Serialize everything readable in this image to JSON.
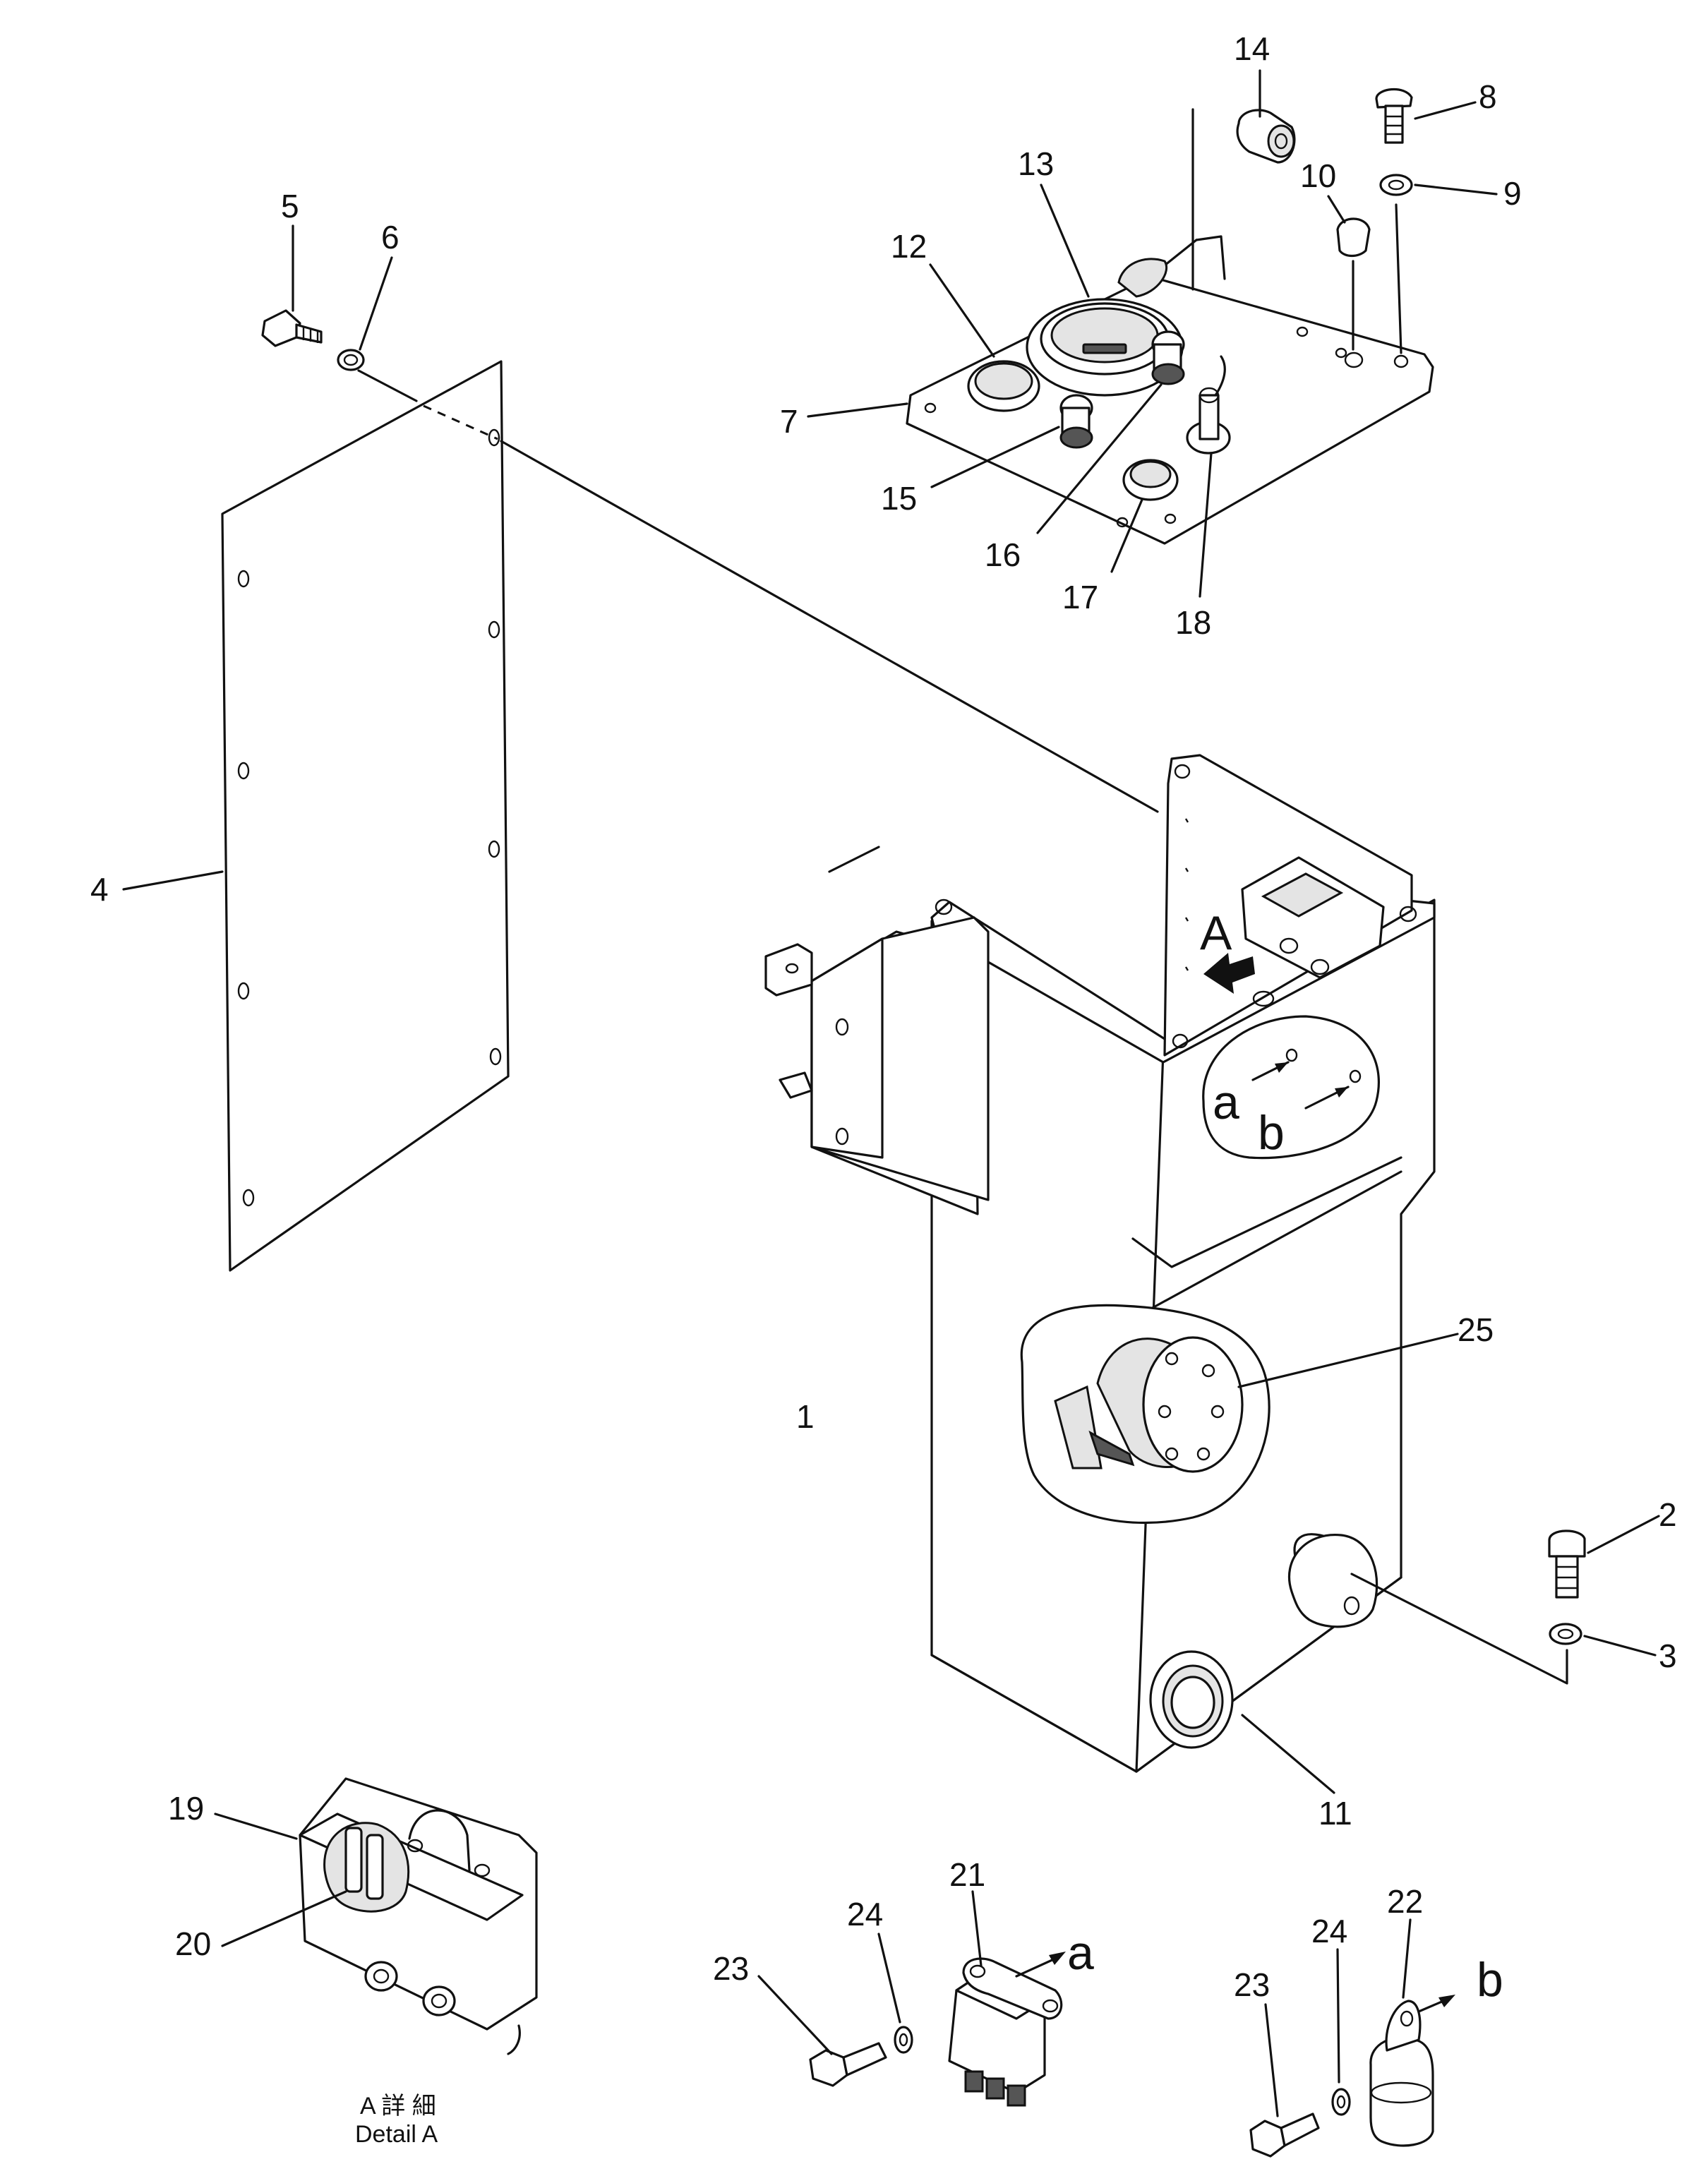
{
  "callouts": [
    "1",
    "2",
    "3",
    "4",
    "5",
    "6",
    "7",
    "8",
    "9",
    "10",
    "11",
    "12",
    "13",
    "14",
    "15",
    "16",
    "17",
    "18",
    "19",
    "20",
    "21",
    "22",
    "23",
    "24",
    "25"
  ],
  "view_label": "A",
  "ref_a": "a",
  "ref_b": "b",
  "detail_caption": {
    "line1": "A 詳 細",
    "line2": "Detail A"
  }
}
